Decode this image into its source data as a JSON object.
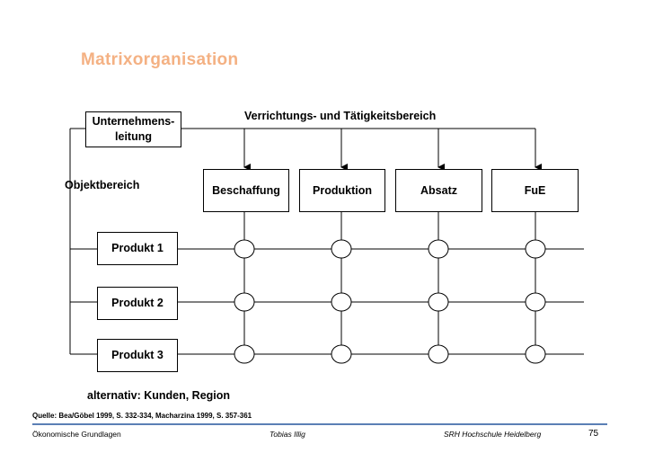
{
  "title": "Matrixorganisation",
  "top_box": "Unternehmens-\nleitung",
  "top_label": "Verrichtungs- und Tätigkeitsbereich",
  "left_label": "Objektbereich",
  "functions": [
    {
      "label": "Beschaffung"
    },
    {
      "label": "Produktion"
    },
    {
      "label": "Absatz"
    },
    {
      "label": "FuE"
    }
  ],
  "products": [
    {
      "label": "Produkt 1"
    },
    {
      "label": "Produkt 2"
    },
    {
      "label": "Produkt 3"
    }
  ],
  "note": "alternativ: Kunden, Region",
  "source": "Quelle: Bea/Göbel 1999, S. 332-334, Macharzina 1999, S. 357-361",
  "footer": {
    "course": "Ökonomische Grundlagen",
    "author": "Tobias Illig",
    "school": "SRH Hochschule Heidelberg",
    "page": "75"
  }
}
